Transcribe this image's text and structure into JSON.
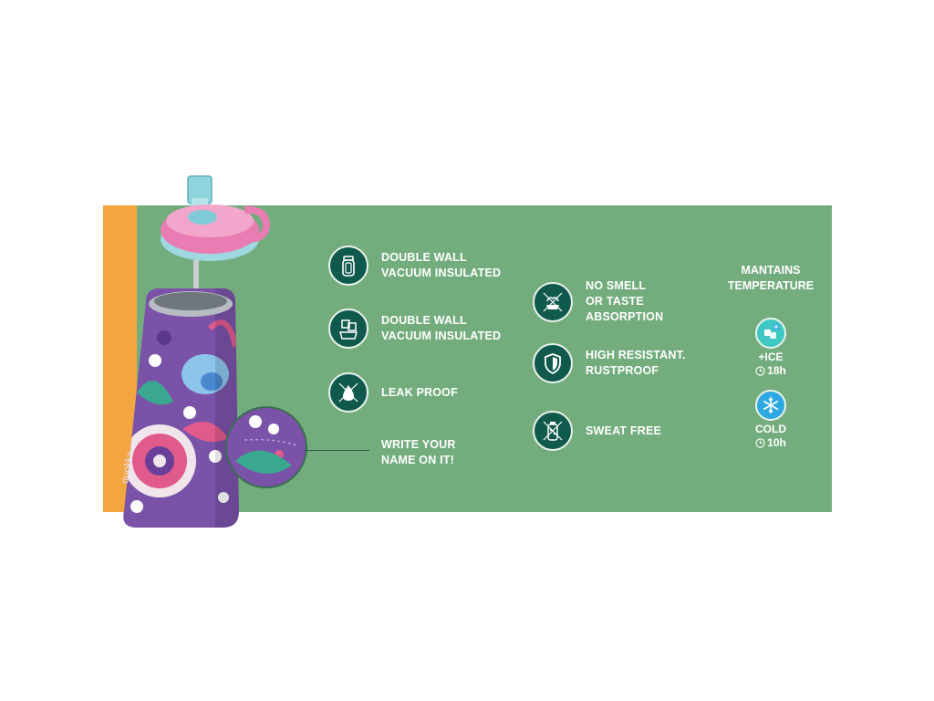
{
  "colors": {
    "panel": "#73ad7e",
    "accent_strip": "#f2a541",
    "icon_bg": "#0f5a4c",
    "ice": "#3fc7c4",
    "cold": "#2ea8e0"
  },
  "features_left": [
    {
      "label": "DOUBLE WALL\nVACUUM INSULATED",
      "icon": "bottle-icon"
    },
    {
      "label": "DOUBLE WALL\nVACUUM INSULATED",
      "icon": "ice-cubes-icon"
    },
    {
      "label": "LEAK PROOF",
      "icon": "droplet-crossed-icon"
    },
    {
      "label": "WRITE YOUR\nNAME ON IT!"
    }
  ],
  "features_mid": [
    {
      "label": "NO SMELL\nOR TASTE\nABSORPTION",
      "icon": "no-smell-icon"
    },
    {
      "label": "HIGH RESISTANT.\nRUSTPROOF",
      "icon": "shield-icon"
    },
    {
      "label": "SWEAT FREE",
      "icon": "no-sweat-icon"
    }
  ],
  "temperature": {
    "title": "MANTAINS\nTEMPERATURE",
    "ice": {
      "label": "+ICE",
      "time": "18h",
      "icon": "ice-icon"
    },
    "cold": {
      "label": "COLD",
      "time": "10h",
      "icon": "snowflake-icon"
    }
  },
  "bottle": {
    "brand": "quokka"
  }
}
